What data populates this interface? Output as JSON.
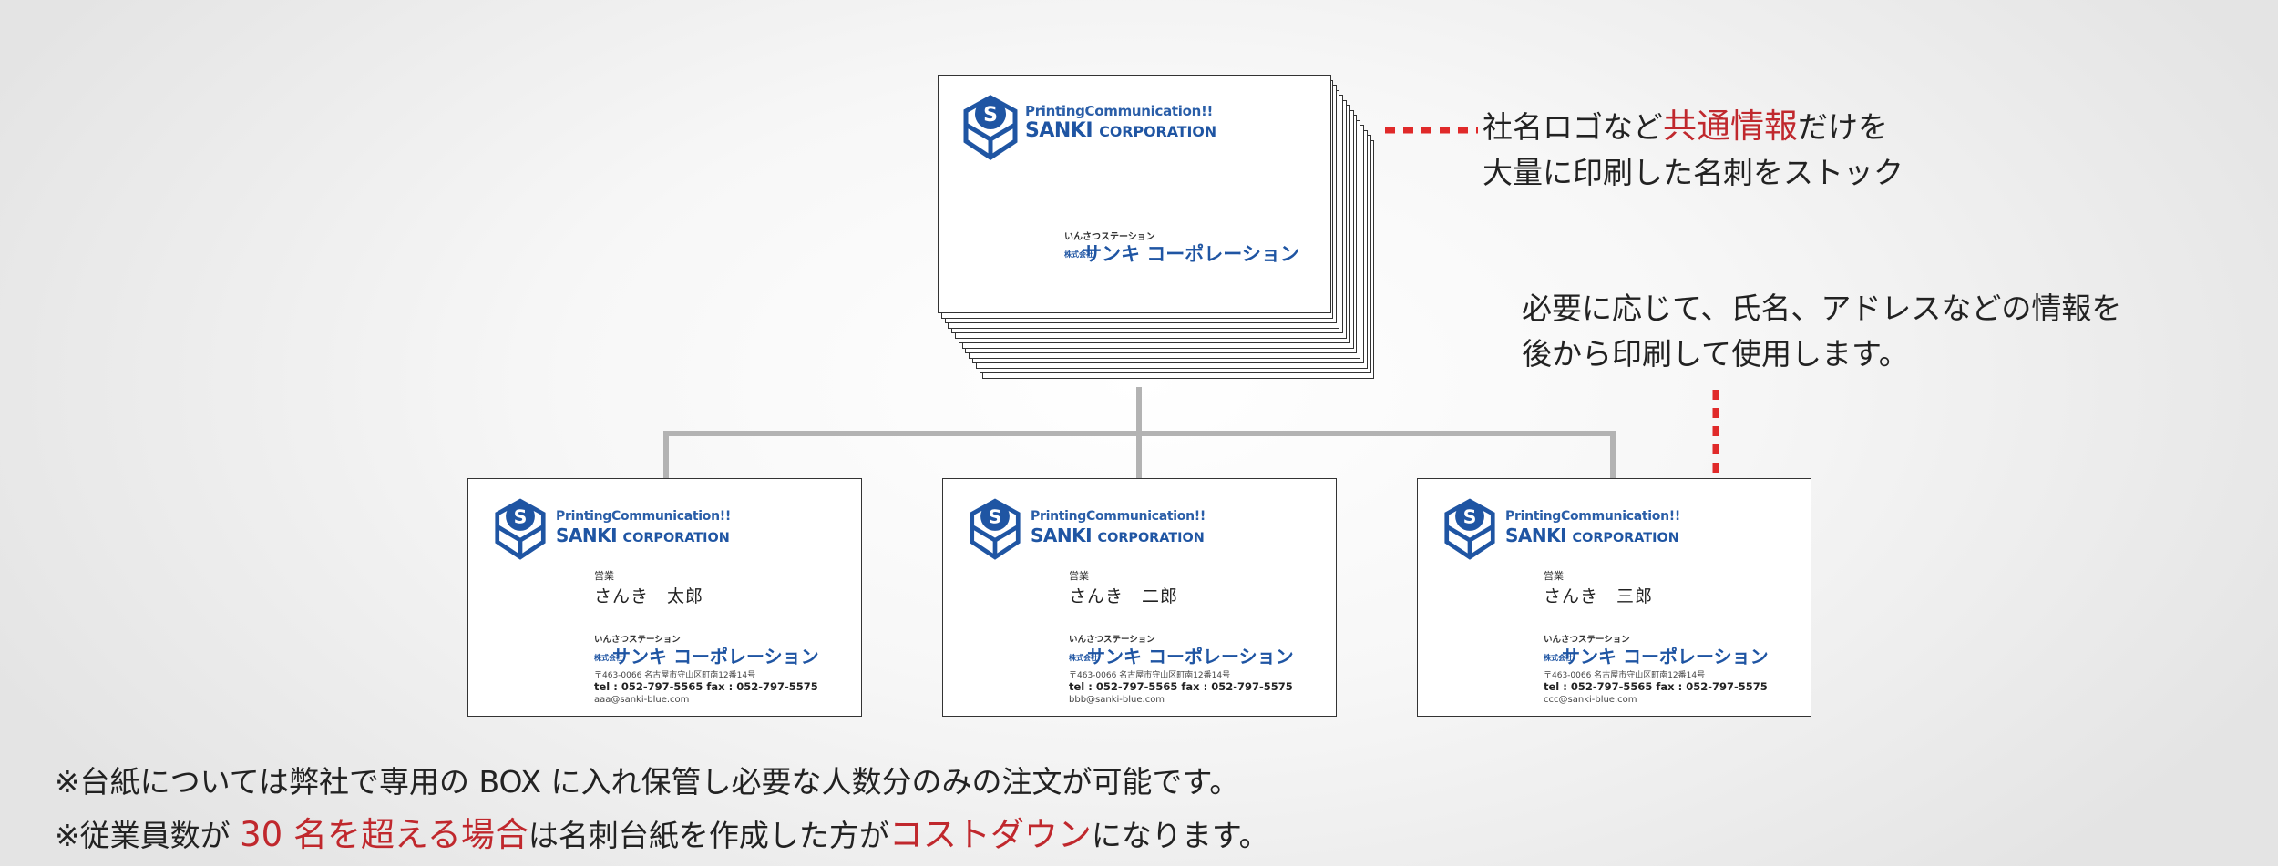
{
  "brand": {
    "tagline": "PrintingCommunication!!",
    "name_main": "SANKI",
    "name_sub": "CORPORATION",
    "company_ruby": "いんさつステーション",
    "company_kabu": "株式会社",
    "company_name": "サンキ コーポレーション",
    "logo_letter": "S"
  },
  "colors": {
    "brand_blue": "#1f55a3",
    "accent_red": "#c0282d",
    "connector_gray": "#b3b3b3",
    "dotted_red": "#e02a2a"
  },
  "callouts": {
    "top_line1_pre": "社名ロゴなど",
    "top_line1_highlight": "共通情報",
    "top_line1_post": "だけを",
    "top_line2": "大量に印刷した名刺をストック",
    "right_line1": "必要に応じて、氏名、アドレスなどの情報を",
    "right_line2": "後から印刷して使用します。"
  },
  "cards": [
    {
      "dept": "営業",
      "person": "さんき　太郎",
      "address": "〒463-0066 名古屋市守山区町南12番14号",
      "tel": "tel : 052-797-5565   fax : 052-797-5575",
      "email": "aaa@sanki-blue.com"
    },
    {
      "dept": "営業",
      "person": "さんき　二郎",
      "address": "〒463-0066 名古屋市守山区町南12番14号",
      "tel": "tel : 052-797-5565   fax : 052-797-5575",
      "email": "bbb@sanki-blue.com"
    },
    {
      "dept": "営業",
      "person": "さんき　三郎",
      "address": "〒463-0066 名古屋市守山区町南12番14号",
      "tel": "tel : 052-797-5565   fax : 052-797-5575",
      "email": "ccc@sanki-blue.com"
    }
  ],
  "notes": {
    "line1": "※台紙については弊社で専用の BOX に入れ保管し必要な人数分のみの注文が可能です。",
    "line2_pre": "※従業員数が ",
    "line2_highlight1": "30 名を超える場合",
    "line2_mid": "は名刺台紙を作成した方が",
    "line2_highlight2": "コストダウン",
    "line2_post": "になります。"
  }
}
